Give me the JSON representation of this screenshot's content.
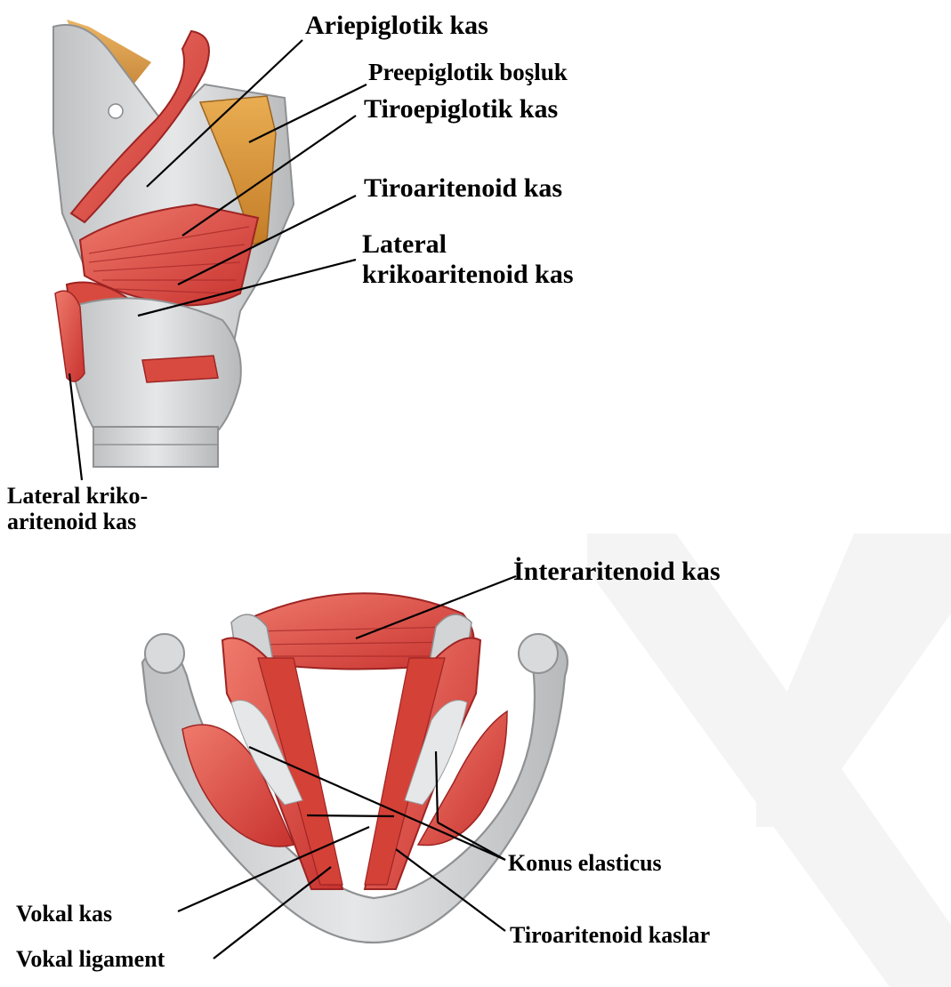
{
  "colors": {
    "muscle": "#d9433a",
    "muscle_dark": "#b3262a",
    "muscle_light": "#ef7a6c",
    "cartilage": "#d4d5d6",
    "cartilage_shadow": "#a9abad",
    "fat": "#d9953a",
    "label": "#000000",
    "watermark": "#f3f3f3"
  },
  "top_figure": {
    "labels": {
      "ariepiglotik": "Ariepiglotik kas",
      "preepiglotik": "Preepiglotik boşluk",
      "tiroepiglotik": "Tiroepiglotik kas",
      "tiroaritenoid": "Tiroaritenoid kas",
      "lateral_krikoaritenoid": "Lateral\nkrikoaritenoid kas",
      "lateral_kriko_bottom": "Lateral kriko-\naritenoid kas"
    }
  },
  "bottom_figure": {
    "labels": {
      "interaritenoid": "İnteraritenoid kas",
      "konus_elasticus": "Konus elasticus",
      "vokal_kas": "Vokal kas",
      "tiroaritenoid_kaslar": "Tiroaritenoid kaslar",
      "vokal_ligament": "Vokal ligament"
    }
  }
}
